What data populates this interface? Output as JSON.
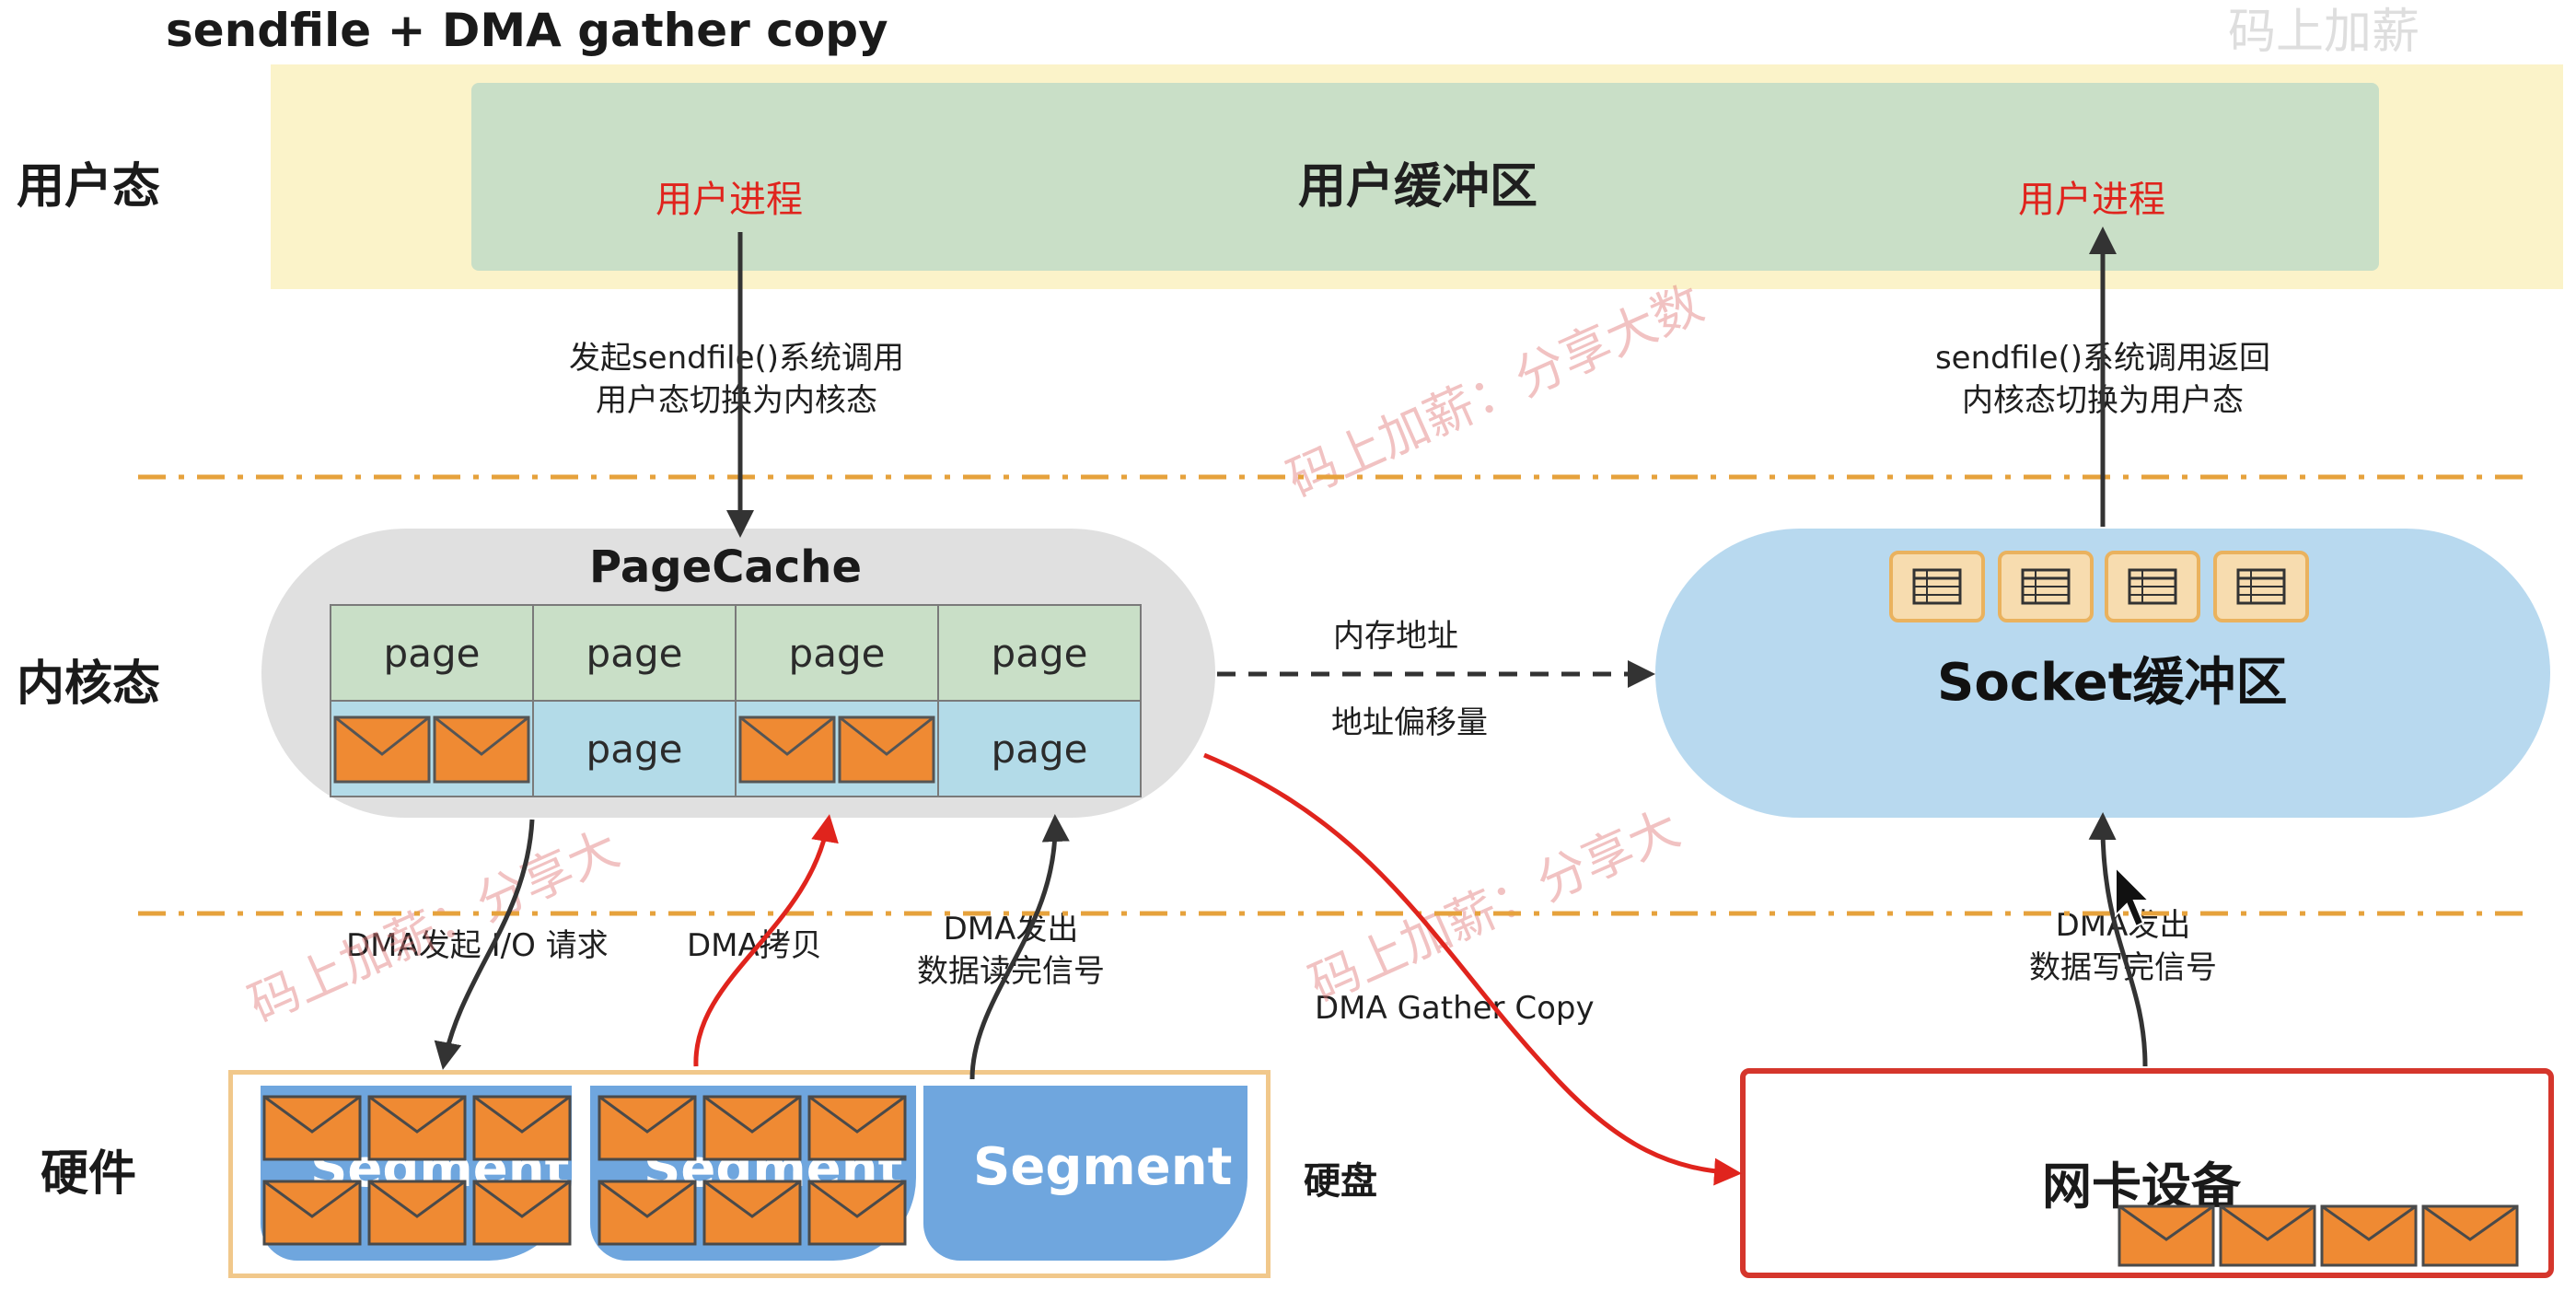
{
  "title": "sendfile + DMA gather copy",
  "layers": {
    "user": "用户态",
    "kernel": "内核态",
    "hardware": "硬件"
  },
  "user_buffer": "用户缓冲区",
  "user_process_left": "用户进程",
  "user_process_right": "用户进程",
  "sendfile_call": [
    "发起sendfile()系统调用",
    "用户态切换为内核态"
  ],
  "sendfile_return": [
    "sendfile()系统调用返回",
    "内核态切换为用户态"
  ],
  "pagecache": {
    "title": "PageCache",
    "row1": [
      "page",
      "page",
      "page",
      "page"
    ],
    "row2": [
      "",
      "page",
      "",
      "page"
    ]
  },
  "socket_buffer": "Socket缓冲区",
  "memory_address": "内存地址",
  "address_offset": "地址偏移量",
  "dma_io_request": "DMA发起 I/O 请求",
  "dma_copy": "DMA拷贝",
  "dma_read_done": [
    "DMA发出",
    "数据读完信号"
  ],
  "dma_gather_copy": "DMA Gather Copy",
  "dma_write_done": [
    "DMA发出",
    "数据写完信号"
  ],
  "disk": {
    "label": "硬盘",
    "segments": [
      "Segment",
      "Segment",
      "Segment"
    ]
  },
  "nic": "网卡设备",
  "watermarks": [
    "码上加薪：分享大数",
    "码上加薪：分享大",
    "码上加薪：分享大"
  ],
  "corner_watermark": "码上加薪",
  "colors": {
    "user_band": "#fbf3c9",
    "user_buffer": "#c9dfc7",
    "process_text": "#e0241d",
    "pagecache": "#e0e0e0",
    "page_green": "#c9dfc7",
    "page_blue": "#b3dbe8",
    "socket": "#b8d9ef",
    "envelope": "#ef8a33",
    "segment": "#6fa6de",
    "nic_border": "#d5362c",
    "divider": "#e6a23c"
  }
}
